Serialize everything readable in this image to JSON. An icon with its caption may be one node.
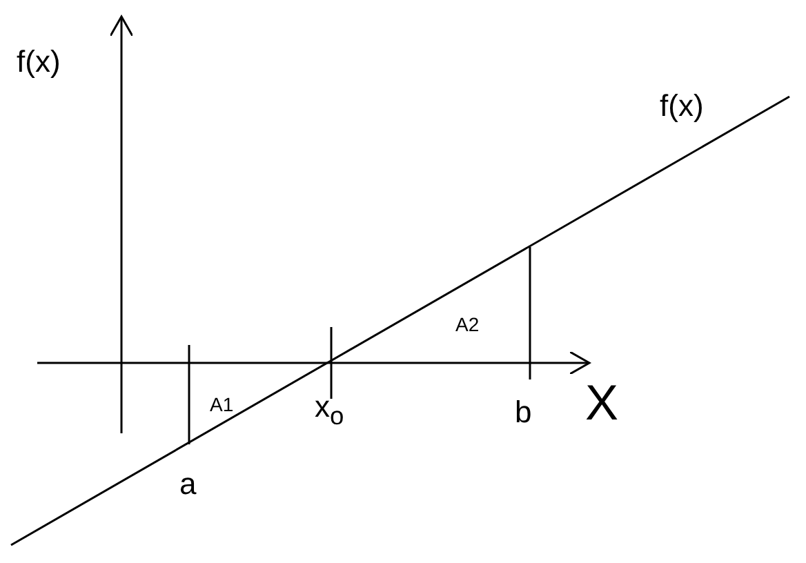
{
  "diagram": {
    "labels": [
      "f(x)",
      "f(x)",
      "A2",
      "X",
      "A1",
      "x$_{o}$",
      "b",
      "a"
    ]
  }
}
